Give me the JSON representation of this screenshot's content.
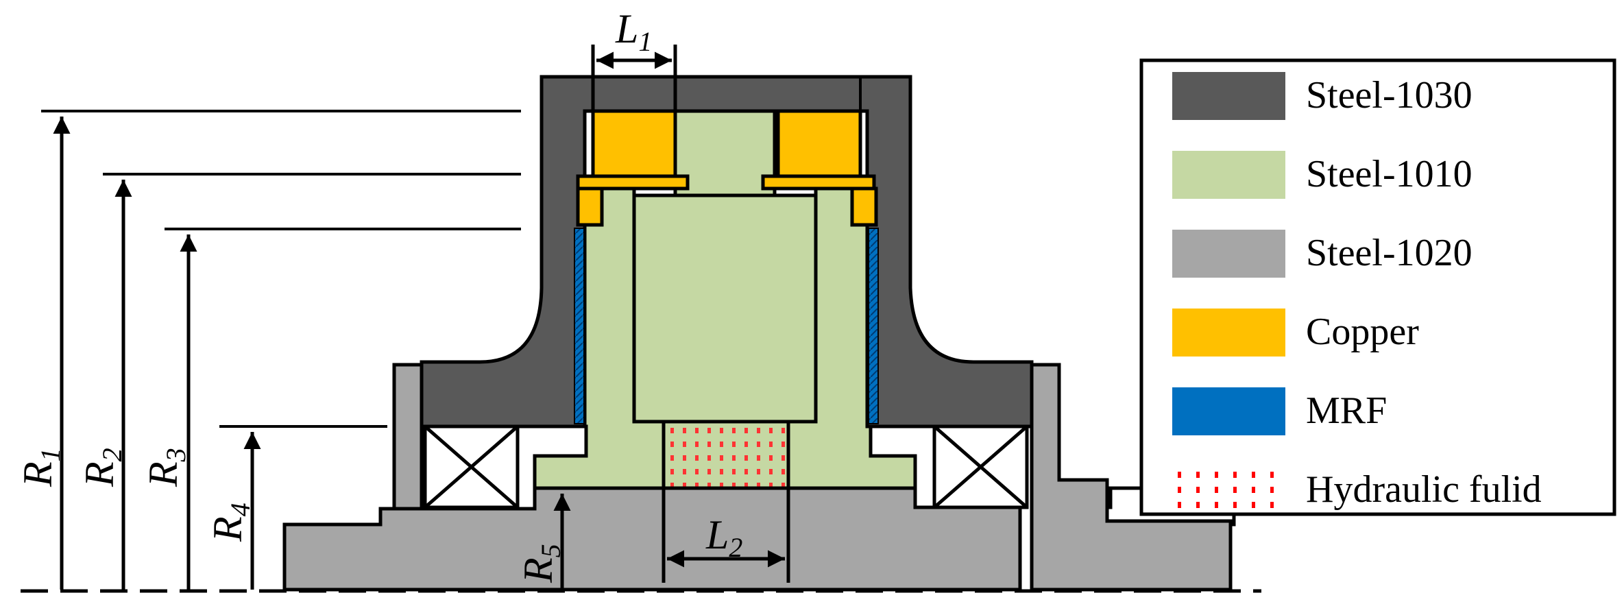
{
  "dimensions": {
    "L1": {
      "main": "L",
      "sub": "1"
    },
    "L2": {
      "main": "L",
      "sub": "2"
    },
    "R1": {
      "main": "R",
      "sub": "1"
    },
    "R2": {
      "main": "R",
      "sub": "2"
    },
    "R3": {
      "main": "R",
      "sub": "3"
    },
    "R4": {
      "main": "R",
      "sub": "4"
    },
    "R5": {
      "main": "R",
      "sub": "5"
    }
  },
  "legend": {
    "items": [
      {
        "label": "Steel-1030",
        "color": "#595959"
      },
      {
        "label": "Steel-1010",
        "color": "#c5d8a3"
      },
      {
        "label": "Steel-1020",
        "color": "#a6a6a6"
      },
      {
        "label": "Copper",
        "color": "#ffc000"
      },
      {
        "label": "MRF",
        "color": "#0070c0"
      },
      {
        "label": "Hydraulic fulid",
        "color": "#ff0000"
      }
    ]
  }
}
